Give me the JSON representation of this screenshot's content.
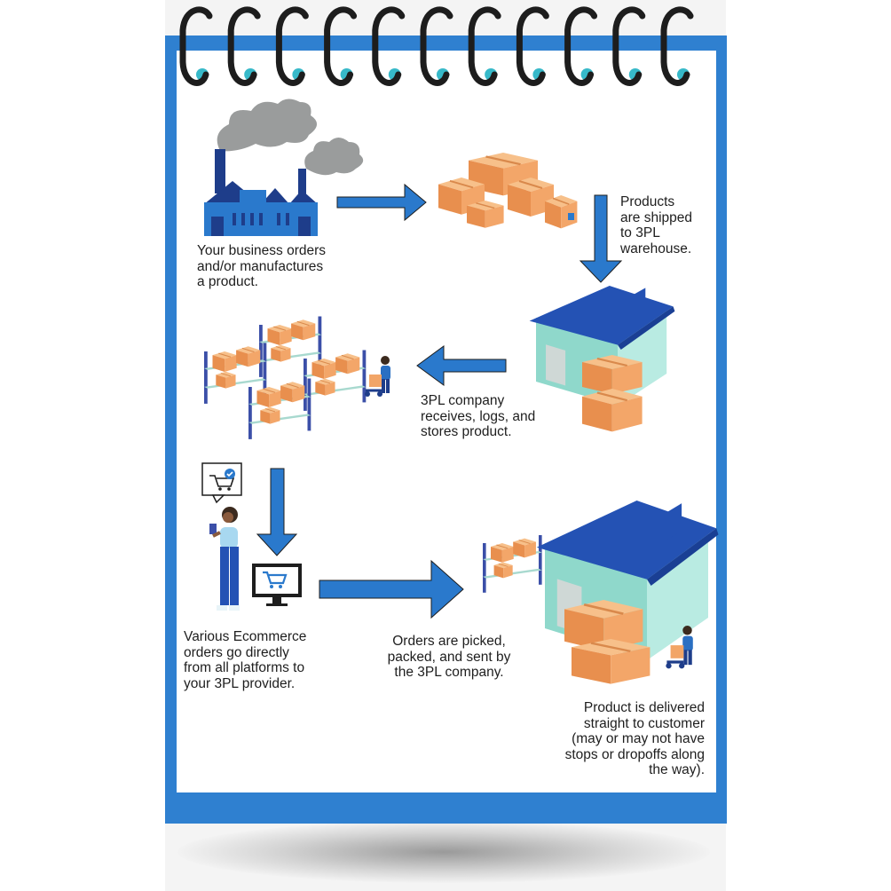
{
  "steps": {
    "step1": "Your business orders\nand/or manufactures\na product.",
    "step2": "Products\nare shipped\nto 3PL\nwarehouse.",
    "step3": "3PL company\nreceives, logs, and\nstores product.",
    "step4": "Various Ecommerce\norders go directly\nfrom all platforms to\nyour 3PL provider.",
    "step5": "Orders are picked,\npacked, and sent by\nthe 3PL company.",
    "step6": "Product is delivered\nstraight to customer\n(may or may not have\nstops or dropoffs along\nthe way)."
  },
  "icons": {
    "factory": "factory-icon",
    "boxes": "cardboard-boxes-icon",
    "warehouse": "warehouse-icon",
    "shelves": "storage-shelves-icon",
    "worker": "warehouse-worker-icon",
    "shopper": "shopper-with-phone-icon",
    "cart_bubble": "cart-check-bubble-icon",
    "monitor": "monitor-cart-icon",
    "arrow": "flow-arrow-icon"
  },
  "colors": {
    "frame_blue": "#2f80d0",
    "arrow_blue": "#2a79cc",
    "navy": "#1e3d8a",
    "box_orange": "#f2a567",
    "wall_mint": "#9ee0d3",
    "roof_blue": "#2452b4",
    "smoke_gray": "#9a9c9c",
    "spiral_dark": "#1d1d1d",
    "hole_teal": "#37b9c9"
  }
}
